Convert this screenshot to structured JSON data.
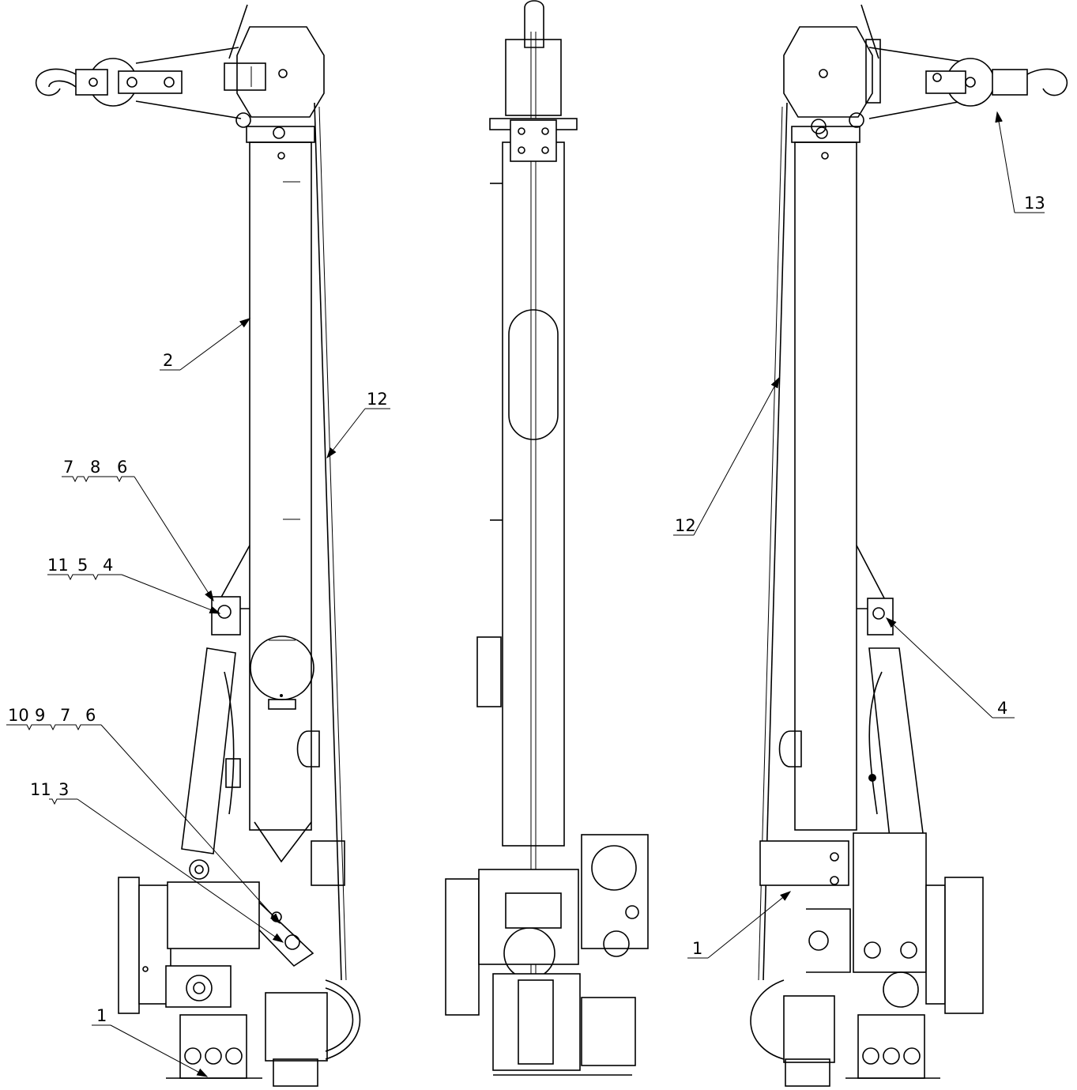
{
  "callouts": {
    "c2": "2",
    "c12_left": "12",
    "c786": [
      "7",
      "8",
      "6"
    ],
    "c1154": [
      "11",
      "5",
      "4"
    ],
    "c10976": [
      "10",
      "9",
      "7",
      "6"
    ],
    "c113": [
      "11",
      "3"
    ],
    "c1_left": "1",
    "c13": "13",
    "c12_right": "12",
    "c4": "4",
    "c1_right": "1"
  }
}
